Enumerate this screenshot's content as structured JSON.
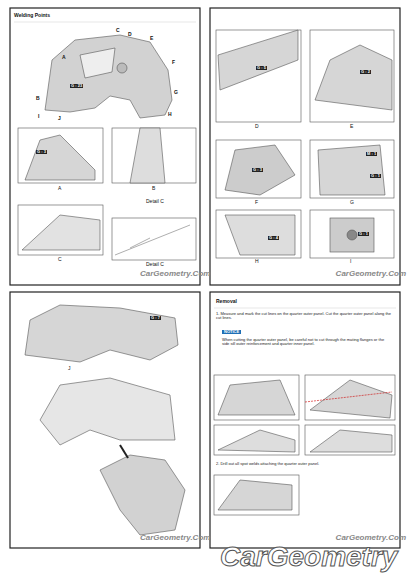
{
  "diagram": {
    "title": "Welding Points",
    "labels": [
      "A",
      "B",
      "C",
      "D",
      "E",
      "F",
      "G",
      "H",
      "I",
      "J",
      "G : 23",
      "G : 3",
      "A",
      "B",
      "C",
      "Detail C",
      "Detail C",
      "D",
      "E",
      "F",
      "G",
      "H",
      "I",
      "G : 5",
      "G : 2",
      "G : 3",
      "M : 1",
      "G : 1",
      "G : 4",
      "G : 1",
      "J",
      "G : 7",
      "Removal",
      "1. Measure and mark the cut lines on the quarter outer panel. Cut the quarter outer panel along the cut lines.",
      "NOTICE",
      "When cutting the quarter outer panel, be careful not to cut through the mating flanges or the side sill outer reinforcement and quarter inner panel.",
      "2. Drill out all spot welds attaching the quarter outer panel.",
      "CarGeometry.Com",
      "CarGeometry.Com",
      "CarGeometry.Com",
      "CarGeometry.Com",
      "CarGeometry"
    ]
  }
}
